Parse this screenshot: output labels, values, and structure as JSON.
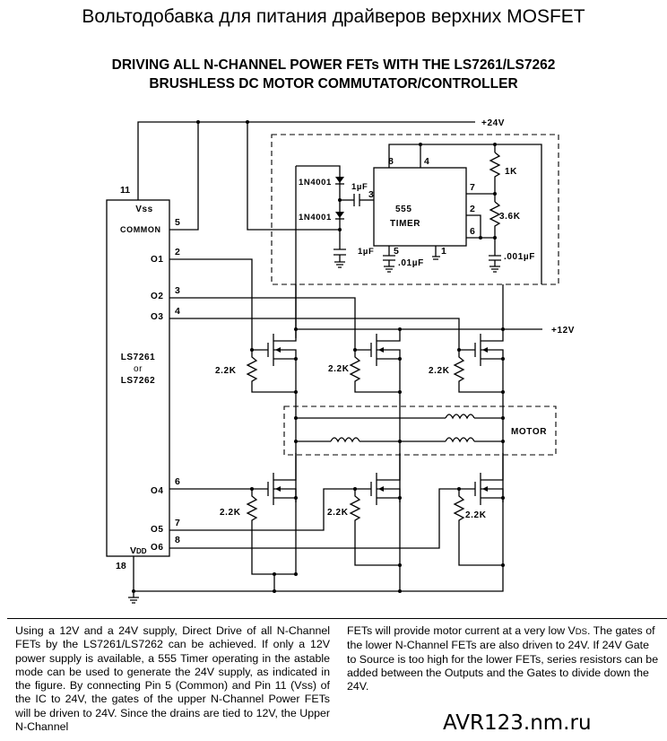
{
  "header": {
    "title": "Вольтодобавка для питания драйверов верхних MOSFET",
    "subtitle_line1": "DRIVING ALL N-CHANNEL POWER FETs WITH THE LS7261/LS7262",
    "subtitle_line2": "BRUSHLESS DC MOTOR COMMUTATOR/CONTROLLER"
  },
  "schematic": {
    "rails": {
      "v24": "+24V",
      "v12": "+12V"
    },
    "ic": {
      "name_line1": "LS7261",
      "name_line2": "or",
      "name_line3": "LS7262",
      "pins": {
        "vss": {
          "label": "Vss",
          "number": "11"
        },
        "common": {
          "label": "COMMON",
          "number": "5"
        },
        "o1": {
          "label": "O1",
          "number": "2"
        },
        "o2": {
          "label": "O2",
          "number": "3"
        },
        "o3": {
          "label": "O3",
          "number": "4"
        },
        "o4": {
          "label": "O4",
          "number": "6"
        },
        "o5": {
          "label": "O5",
          "number": "7"
        },
        "o6": {
          "label": "O6",
          "number": "8"
        },
        "vdd": {
          "label": "V",
          "label_sub": "DD",
          "number": "18"
        }
      }
    },
    "booster": {
      "diode1": "1N4001",
      "diode2": "1N4001",
      "cap_pump": "1µF",
      "cap_store": "1µF",
      "timer_line1": "555",
      "timer_line2": "TIMER",
      "pins": {
        "p8": "8",
        "p4": "4",
        "p7": "7",
        "p2": "2",
        "p6": "6",
        "p3": "3",
        "p5": "5",
        "p1": "1"
      },
      "r1": "1K",
      "r2": "3.6K",
      "c5": ".01µF",
      "ct": ".001µF"
    },
    "gate_resistors": [
      "2.2K",
      "2.2K",
      "2.2K",
      "2.2K",
      "2.2K",
      "2.2K"
    ],
    "motor_label": "MOTOR"
  },
  "description": {
    "left": "Using a 12V and a 24V supply, Direct Drive of all N-Channel FETs by the LS7261/LS7262 can be achieved. If only a 12V power supply is available, a 555 Timer operating in the astable mode can be used to generate the 24V supply, as indicated in the figure. By connecting Pin 5 (Common) and Pin 11 (Vss) of the IC to 24V, the gates of the upper N-Channel Power FETs will be driven to 24V. Since the drains are tied to 12V, the Upper N-Channel",
    "right_part1": "FETs will provide motor current at a very low V",
    "right_sub": "DS",
    "right_part2": ". The gates of the lower N-Channel FETs are also driven to 24V. If 24V Gate to Source is too high for the lower FETs, series resistors can be added between the Outputs and the Gates to divide down the 24V."
  },
  "credit": "AVR123.nm.ru"
}
